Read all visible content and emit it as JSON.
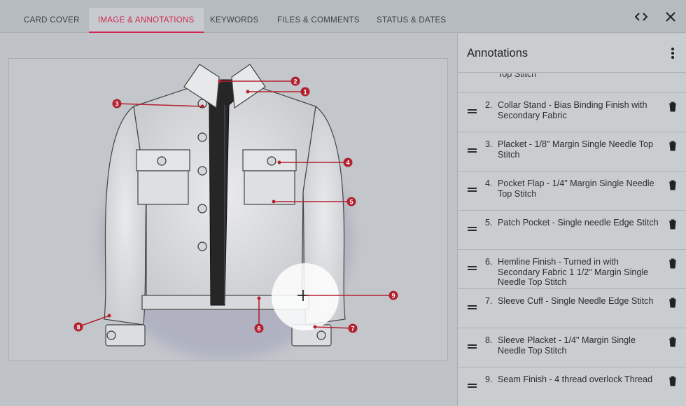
{
  "tabs": [
    {
      "label": "CARD COVER",
      "active": false
    },
    {
      "label": "IMAGE & ANNOTATIONS",
      "active": true
    },
    {
      "label": "KEYWORDS",
      "active": false
    },
    {
      "label": "FILES & COMMENTS",
      "active": false
    },
    {
      "label": "STATUS & DATES",
      "active": false
    }
  ],
  "toolbar": {
    "expand_icon": "code-brackets-icon",
    "close_icon": "close-icon"
  },
  "colors": {
    "accent": "#d0284f",
    "marker": "#b2212f"
  },
  "markers": [
    {
      "label": "1"
    },
    {
      "label": "2"
    },
    {
      "label": "3"
    },
    {
      "label": "4"
    },
    {
      "label": "5"
    },
    {
      "label": "6"
    },
    {
      "label": "7"
    },
    {
      "label": "8"
    },
    {
      "label": "9"
    }
  ],
  "panel": {
    "title": "Annotations",
    "partial_item_text": "Top Stitch",
    "items": [
      {
        "num": "2.",
        "text": "Collar Stand - Bias Binding Finish with Secondary Fabric"
      },
      {
        "num": "3.",
        "text": "Placket - 1/8\" Margin Single Needle Top Stitch"
      },
      {
        "num": "4.",
        "text": "Pocket Flap - 1/4\" Margin Single Needle Top Stitch"
      },
      {
        "num": "5.",
        "text": "Patch Pocket - Single needle Edge Stitch"
      },
      {
        "num": "6.",
        "text": "Hemline Finish - Turned in with Secondary Fabric 1 1/2\" Margin Single Needle Top Stitch"
      },
      {
        "num": "7.",
        "text": "Sleeve Cuff - Single Needle Edge Stitch"
      },
      {
        "num": "8.",
        "text": "Sleeve Placket - 1/4\" Margin Single Needle Top Stitch"
      },
      {
        "num": "9.",
        "text": "Seam Finish - 4 thread overlock Thread"
      }
    ]
  }
}
